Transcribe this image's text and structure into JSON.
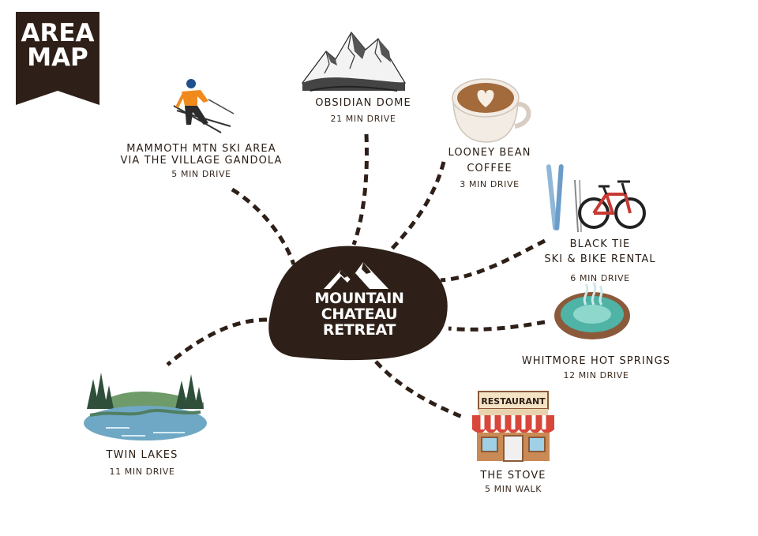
{
  "banner": {
    "line1": "AREA",
    "line2": "MAP"
  },
  "hub": {
    "line1": "MOUNTAIN",
    "line2": "CHATEAU",
    "line3": "RETREAT"
  },
  "destinations": {
    "mammoth": {
      "name1": "MAMMOTH MTN SKI AREA",
      "name2": "VIA THE VILLAGE GANDOLA",
      "drive": "5 MIN DRIVE",
      "icon": "skier-icon"
    },
    "obsidian": {
      "name1": "OBSIDIAN DOME",
      "drive": "21 MIN DRIVE",
      "icon": "mountain-icon"
    },
    "looney": {
      "name1": "LOONEY BEAN",
      "name2": "COFFEE",
      "drive": "3 MIN DRIVE",
      "icon": "coffee-cup-icon"
    },
    "blacktie": {
      "name1": "BLACK TIE",
      "name2": "SKI & BIKE RENTAL",
      "drive": "6 MIN DRIVE",
      "icon": "ski-and-bike-icon"
    },
    "whitmore": {
      "name1": "WHITMORE HOT SPRINGS",
      "drive": "12 MIN DRIVE",
      "icon": "hot-spring-icon"
    },
    "stove": {
      "name1": "THE STOVE",
      "drive": "5 MIN WALK",
      "icon": "restaurant-icon",
      "sign": "RESTAURANT"
    },
    "twinlakes": {
      "name1": "TWIN LAKES",
      "drive": "11 MIN DRIVE",
      "icon": "lake-icon"
    }
  },
  "colors": {
    "brown": "#2e2018",
    "path": "#2e2018",
    "water": "#6fa8c4",
    "spring": "#4fb3a6",
    "awning": "#d9463a",
    "bike": "#c73a34"
  }
}
